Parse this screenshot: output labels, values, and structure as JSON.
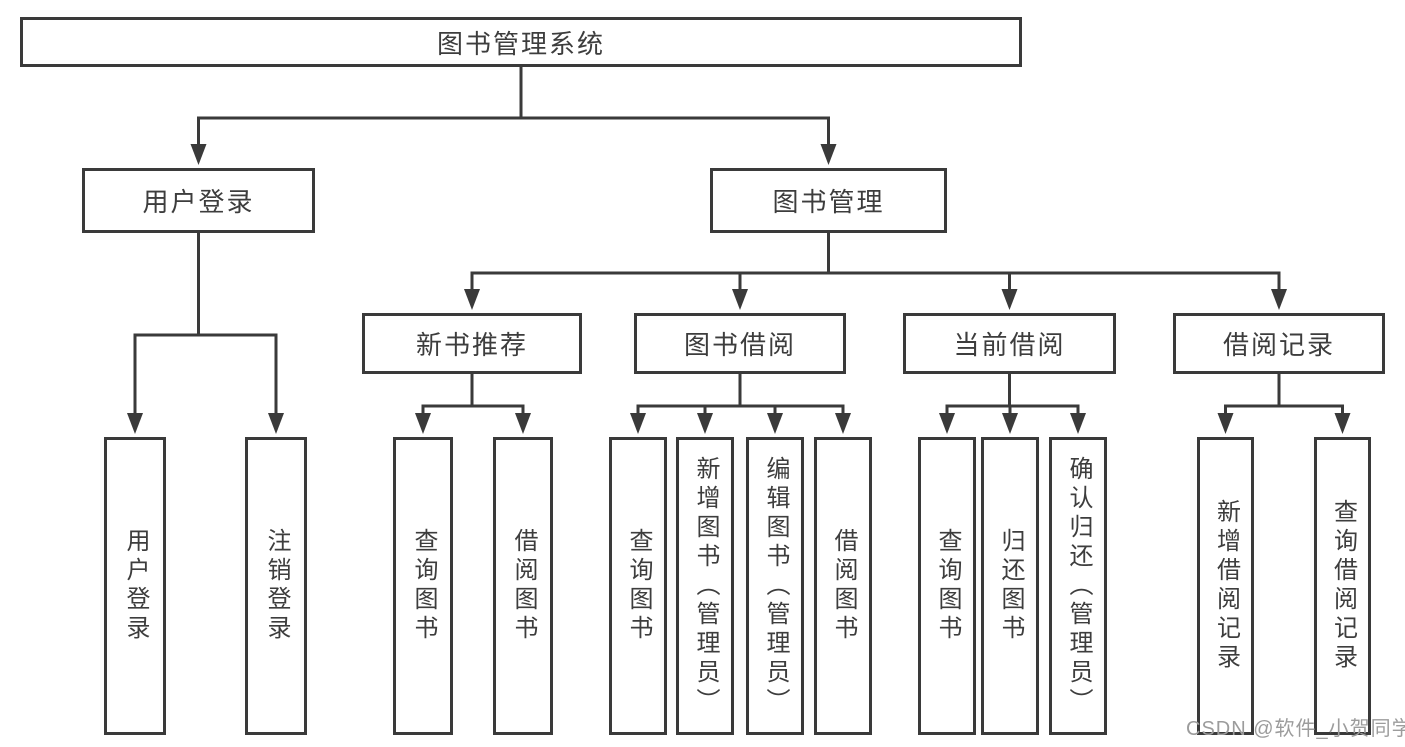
{
  "colors": {
    "line": "#3a3a3a",
    "box_border": "#3a3a3a",
    "text": "#3d3d3d",
    "background": "#ffffff",
    "watermark": "#9c9c9c"
  },
  "watermark": {
    "text": "CSDN @软件_小贺同学"
  },
  "diagram": {
    "title": "图书管理系统",
    "nodes": [
      {
        "id": "root",
        "label": "图书管理系统",
        "level": "root"
      },
      {
        "id": "user-login",
        "label": "用户登录",
        "level": "branch"
      },
      {
        "id": "book-management",
        "label": "图书管理",
        "level": "branch"
      },
      {
        "id": "new-book-recommend",
        "label": "新书推荐",
        "level": "branch"
      },
      {
        "id": "book-borrowing",
        "label": "图书借阅",
        "level": "branch"
      },
      {
        "id": "current-borrowing",
        "label": "当前借阅",
        "level": "branch"
      },
      {
        "id": "borrowing-records",
        "label": "借阅记录",
        "level": "branch"
      },
      {
        "id": "leaf-user-login",
        "label": "用户登录",
        "level": "leaf"
      },
      {
        "id": "leaf-logout",
        "label": "注销登录",
        "level": "leaf"
      },
      {
        "id": "leaf-nb-query-books",
        "label": "查询图书",
        "level": "leaf"
      },
      {
        "id": "leaf-nb-borrow-books",
        "label": "借阅图书",
        "level": "leaf"
      },
      {
        "id": "leaf-bb-query-books",
        "label": "查询图书",
        "level": "leaf"
      },
      {
        "id": "leaf-bb-add-books",
        "label": "新增图书（管理员）",
        "level": "leaf"
      },
      {
        "id": "leaf-bb-edit-books",
        "label": "编辑图书（管理员）",
        "level": "leaf"
      },
      {
        "id": "leaf-bb-borrow-books",
        "label": "借阅图书",
        "level": "leaf"
      },
      {
        "id": "leaf-cb-query-books",
        "label": "查询图书",
        "level": "leaf"
      },
      {
        "id": "leaf-cb-return-books",
        "label": "归还图书",
        "level": "leaf"
      },
      {
        "id": "leaf-cb-confirm-return",
        "label": "确认归还（管理员）",
        "level": "leaf"
      },
      {
        "id": "leaf-rec-add-record",
        "label": "新增借阅记录",
        "level": "leaf"
      },
      {
        "id": "leaf-rec-query-record",
        "label": "查询借阅记录",
        "level": "leaf"
      }
    ]
  }
}
